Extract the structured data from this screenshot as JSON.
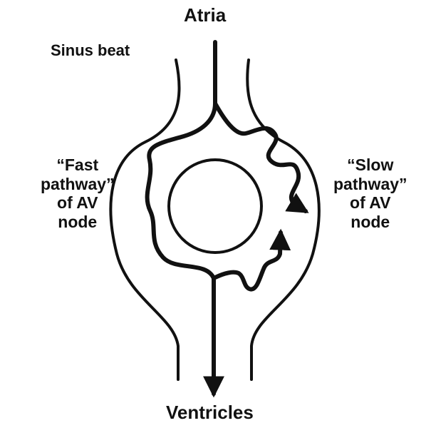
{
  "labels": {
    "atria": "Atria",
    "sinus_beat": "Sinus beat",
    "fast_pathway": "“Fast\npathway”\nof AV\nnode",
    "slow_pathway": "“Slow\npathway”\nof AV\nnode",
    "ventricles": "Ventricles"
  },
  "colors": {
    "ink": "#111111",
    "background": "#ffffff"
  }
}
